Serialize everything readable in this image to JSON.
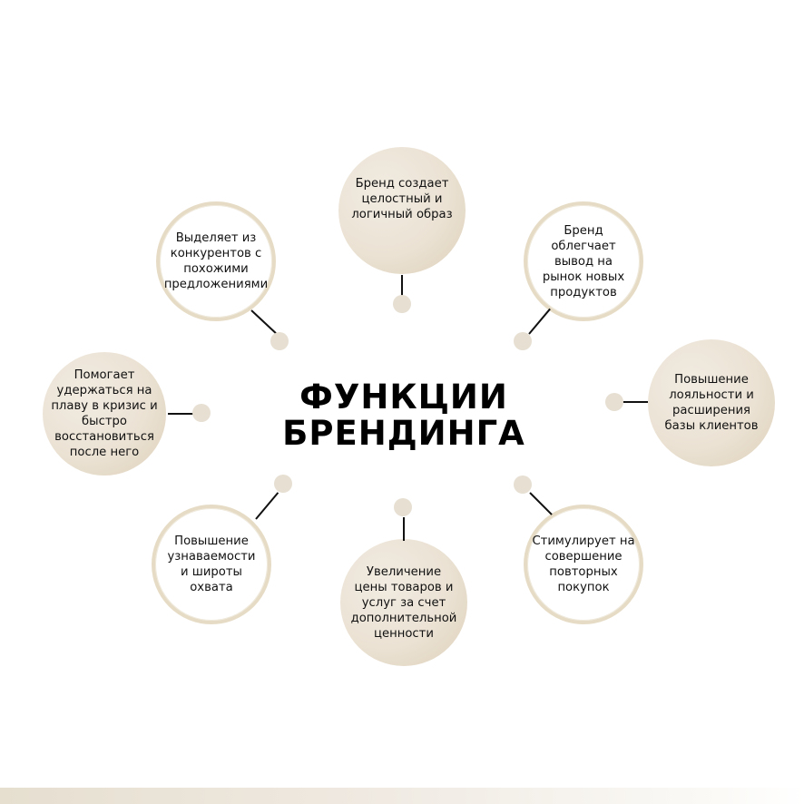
{
  "title": {
    "line1": "ФУНКЦИИ",
    "line2": "БРЕНДИНГА"
  },
  "nodes": [
    {
      "id": "top",
      "text": "Бренд создает\nцелостный и\nлогичный образ",
      "style": "filled"
    },
    {
      "id": "top-left",
      "text": "Выделяет из\nконкурентов с\nпохожими\nпредложениями",
      "style": "ring"
    },
    {
      "id": "top-right",
      "text": "Бренд\nоблегчает\nвывод на\nрынок новых\nпродуктов",
      "style": "ring"
    },
    {
      "id": "left",
      "text": "Помогает\nудержаться на\nплаву в кризис и\nбыстро\nвосстановиться\nпосле него",
      "style": "filled"
    },
    {
      "id": "right",
      "text": "Повышение\nлояльности и\nрасширения\nбазы клиентов",
      "style": "filled"
    },
    {
      "id": "bottom-left",
      "text": "Повышение\nузнаваемости\nи широты\nохвата",
      "style": "ring"
    },
    {
      "id": "bottom",
      "text": "Увеличение\nцены товаров и\nуслуг за счет\nдополнительной\nценности",
      "style": "filled"
    },
    {
      "id": "bottom-right",
      "text": "Стимулирует на\nсовершение\nповторных\nпокупок",
      "style": "ring"
    }
  ],
  "colors": {
    "filled_circle": "#ebe2d4",
    "ring_border": "#e6dcc6",
    "connector_dot": "#e6dfd2",
    "connector_line": "#111111",
    "title": "#000000"
  }
}
